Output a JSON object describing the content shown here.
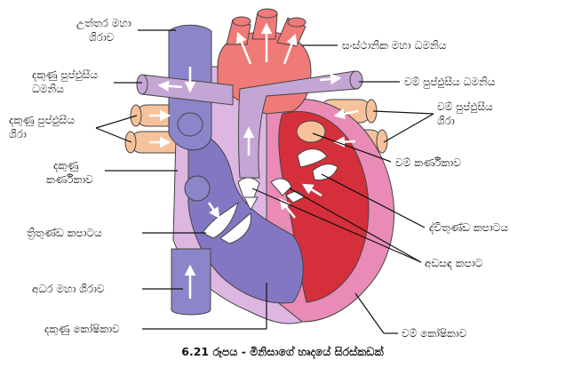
{
  "colors": {
    "vena_cava": "#8b86c9",
    "aorta": "#f07a78",
    "pulmonary_artery": "#c4a6d4",
    "pulmonary_vein": "#f6c29b",
    "right_side_wall": "#ddb6e2",
    "left_side_wall": "#e98bb6",
    "left_chamber": "#d42f3b",
    "right_chamber": "#8377c3",
    "valve": "#ffffff",
    "outline": "#444444"
  },
  "labels": {
    "superior_vena_cava": [
      "උත්තර මහා",
      "ශිරාව"
    ],
    "aorta": "සංස්ථානික මහා ධමනිය",
    "right_pulmonary_artery": [
      "දකුණු පුප්ඵුසීය",
      "ධමනිය"
    ],
    "left_pulmonary_artery": "වම් පුප්ඵුසීය ධමනිය",
    "right_pulmonary_veins": [
      "දකුණු පුප්ඵුසීය",
      "ශිරා"
    ],
    "left_pulmonary_veins": [
      "වම් පුප්ඵුසීය",
      "ශිරා"
    ],
    "right_atrium": [
      "දකුණු",
      "කර්ණිකාව"
    ],
    "left_atrium": "වම් කර්ණිකාව",
    "bicuspid_valve": "ද්විතුණ්ඩ කපාටය",
    "tricuspid_valve": "ත්‍රිතුණ්ඩ කපාටය",
    "semilunar_valves": "අඩසඳ කපාට",
    "inferior_vena_cava": "අධර මහා ශිරාව",
    "right_ventricle": "දකුණු කෝෂිකාව",
    "left_ventricle": "වම් කෝෂිකාව"
  },
  "caption": "6.21 රූපය - මිනිසාගේ හෘදයේ සිරස්කඩක්"
}
